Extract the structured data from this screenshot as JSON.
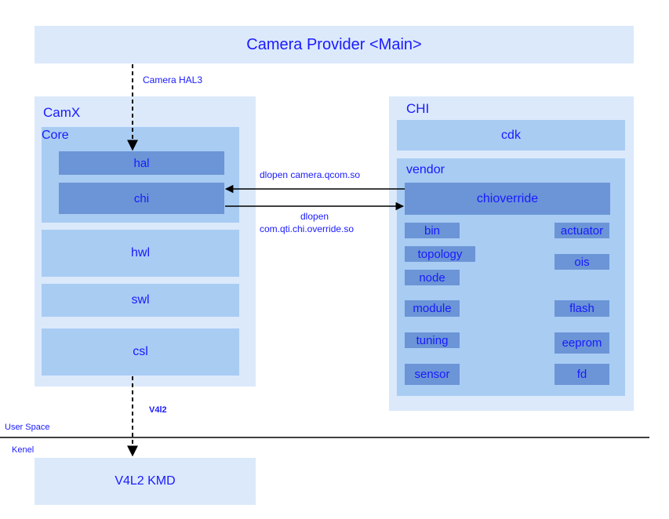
{
  "camera_provider": "Camera Provider <Main>",
  "camera_hal3": "Camera HAL3",
  "camx": {
    "title": "CamX",
    "core": "Core",
    "hal": "hal",
    "chi": "chi",
    "hwl": "hwl",
    "swl": "swl",
    "csl": "csl"
  },
  "chi": {
    "title": "CHI",
    "cdk": "cdk",
    "vendor": "vendor",
    "chioverride": "chioverride",
    "left_items": [
      "bin",
      "topology",
      "node",
      "module",
      "tuning",
      "sensor"
    ],
    "right_items": [
      "actuator",
      "ois",
      "flash",
      "eeprom",
      "fd"
    ]
  },
  "arrows": {
    "dlopen_camera": "dlopen camera.qcom.so",
    "dlopen_override_line1": "dlopen",
    "dlopen_override_line2": "com.qti.chi.override.so"
  },
  "v4l2": "V4l2",
  "user_space": "User Space",
  "kernel": "Kenel",
  "kmd": "V4L2 KMD"
}
